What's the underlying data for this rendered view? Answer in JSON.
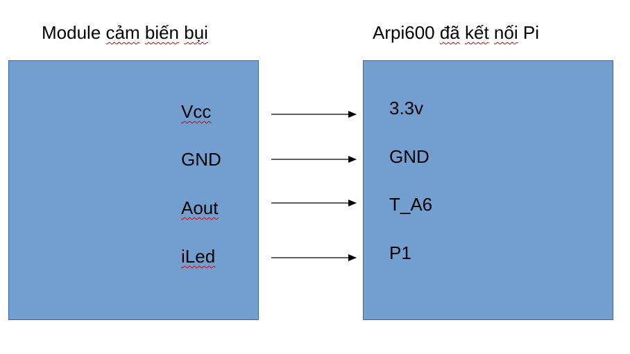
{
  "titles": {
    "left": {
      "prefix": "Module ",
      "spell_flagged": "cảm",
      "middle": " ",
      "spell_flagged_2": "biến",
      "middle_2": " ",
      "spell_flagged_3": "bụi"
    },
    "right": {
      "prefix": "Arpi600 ",
      "spell_flagged": "đã",
      "middle": " ",
      "spell_flagged_2": "kết",
      "middle_2": " ",
      "spell_flagged_3": "nối",
      "suffix": " Pi"
    }
  },
  "module_pins": [
    "Vcc",
    "GND",
    "Aout",
    "iLed"
  ],
  "arpi_pins": [
    "3.3v",
    "GND",
    "T_A6",
    "P1"
  ],
  "colors": {
    "box_fill": "#729fcf",
    "box_border": "#3465a4",
    "spellcheck_underline": "#d00000",
    "arrow": "#000000"
  }
}
